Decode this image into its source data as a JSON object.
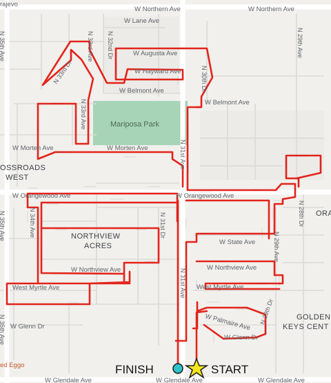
{
  "map": {
    "streets": {
      "w_northern_ave_left": "W Northern Ave",
      "w_northern_ave_right": "W Northern Ave",
      "w_lane_ave": "W Lane Ave",
      "w_augusta_ave": "W Augusta Ave",
      "w_hayward_ave": "W Hayward Ave",
      "w_belmont_ave_left": "W Belmont Ave",
      "w_belmont_ave_right": "W Belmont Ave",
      "w_morten_ave_left": "W Morten Ave",
      "w_morten_ave_right": "W Morten Ave",
      "w_orangewood_ave_left": "W Orangewood Ave",
      "w_orangewood_ave_right": "W Orangewood Ave",
      "w_state_ave": "W State Ave",
      "w_northview_ave_left": "W Northview Ave",
      "w_northview_ave_right": "W Northview Ave",
      "west_myrtle_ave_left": "West Myrtle Ave",
      "west_myrtle_ave_right": "West Myrtle Ave",
      "w_palmaire_ave": "W Palmaire Ave",
      "w_glenn_dr_left": "W Glenn Dr",
      "w_glenn_dr_right": "W Glenn Dr",
      "w_glendale_ave_left": "W Glendale Ave",
      "w_glendale_ave_right": "W Glendale Ave",
      "n_33rd_ave": "N 33rd Ave",
      "n_32nd_dr": "N 32nd Dr",
      "n_33rd_dr": "N 33rd Dr",
      "n_30th_dr": "N 30th Dr",
      "n_31st_ave_upper": "N 31st Ave",
      "n_31st_ave_lower": "N 31st Ave",
      "n_31st_dr": "N 31st Dr",
      "n_34th_ave": "N 34th Ave",
      "n_35th_ave_top": "N 35th Ave",
      "n_35th_ave_mid": "N 35th Ave",
      "n_35th_ave_bottom": "N 35th Ave",
      "n_29th_ave_top": "N 29th Ave",
      "n_29th_ave_mid": "N 29th Ave",
      "n_28th_dr": "N 28th Dr",
      "n_29th_dr": "N 29th Dr"
    },
    "areas": {
      "mariposa_park": "Mariposa Park",
      "crossroads_line1": "OSSROADS",
      "crossroads_line2": "WEST",
      "northview_line1": "NORTHVIEW",
      "northview_line2": "ACRES",
      "golden_keys_line1": "GOLDEN",
      "golden_keys_line2": "KEYS CENT",
      "ora": "ORA",
      "top_left_fragment": "rajevo",
      "poi_fragment": "ed Eggo"
    },
    "markers": {
      "finish_label": "FINISH",
      "start_label": "START"
    },
    "colors": {
      "route": "#e3241b",
      "park": "#a7d4b7",
      "finish_marker": "#2ec4c9",
      "start_marker": "#f5e61e",
      "background": "#f1f0ed"
    }
  }
}
